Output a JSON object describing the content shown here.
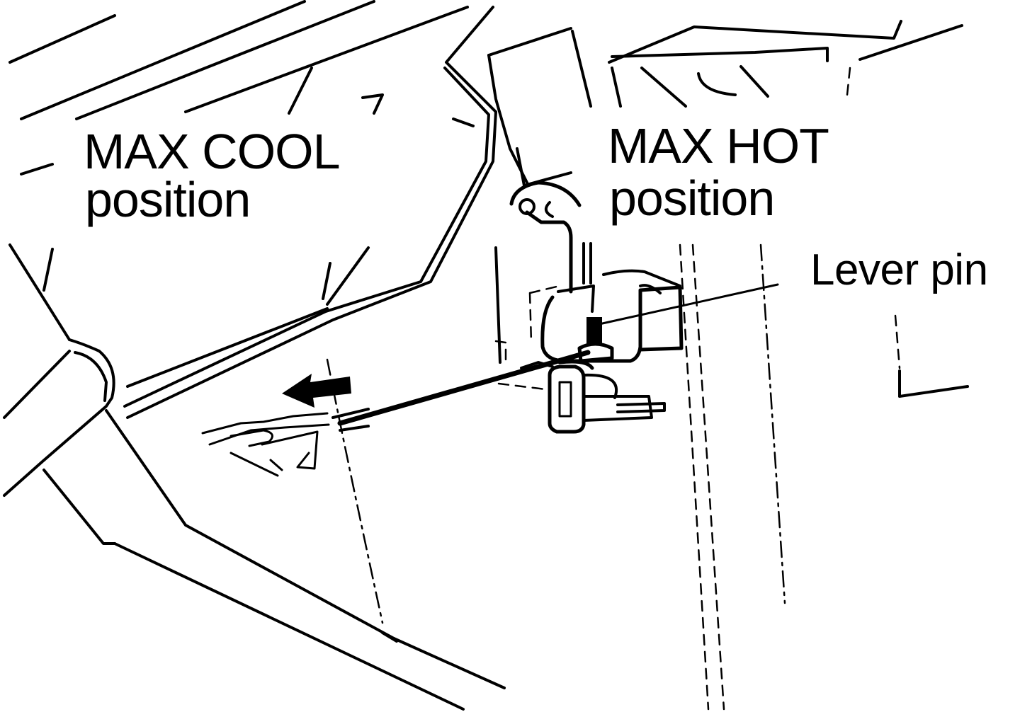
{
  "labels": {
    "max_cool_line1": "MAX COOL",
    "max_cool_line2": "position",
    "max_hot_line1": "MAX HOT",
    "max_hot_line2": "position",
    "lever_pin": "Lever pin"
  },
  "colors": {
    "ink": "#000000",
    "paper": "#ffffff"
  },
  "icons": {
    "direction_arrow": "arrow-left-icon"
  }
}
